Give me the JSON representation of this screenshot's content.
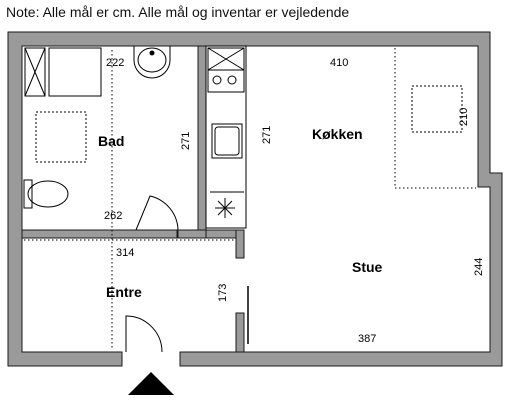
{
  "note": "Note: Alle mål er cm. Alle mål og inventar er vejledende",
  "rooms": {
    "bath": "Bad",
    "kitchen": "Køkken",
    "living": "Stue",
    "entry": "Entre"
  },
  "dimensions": {
    "bath_width": "222",
    "bath_depth": "271",
    "bath_lower": "262",
    "kitchen_width": "410",
    "kitchen_depth": "271",
    "kitchen_recess": "210",
    "entry_width": "314",
    "entry_depth": "173",
    "living_width": "387",
    "living_depth": "244"
  },
  "colors": {
    "wall_fill": "#9a9a9a",
    "wall_stroke": "#1a1a1a",
    "background": "#ffffff"
  }
}
